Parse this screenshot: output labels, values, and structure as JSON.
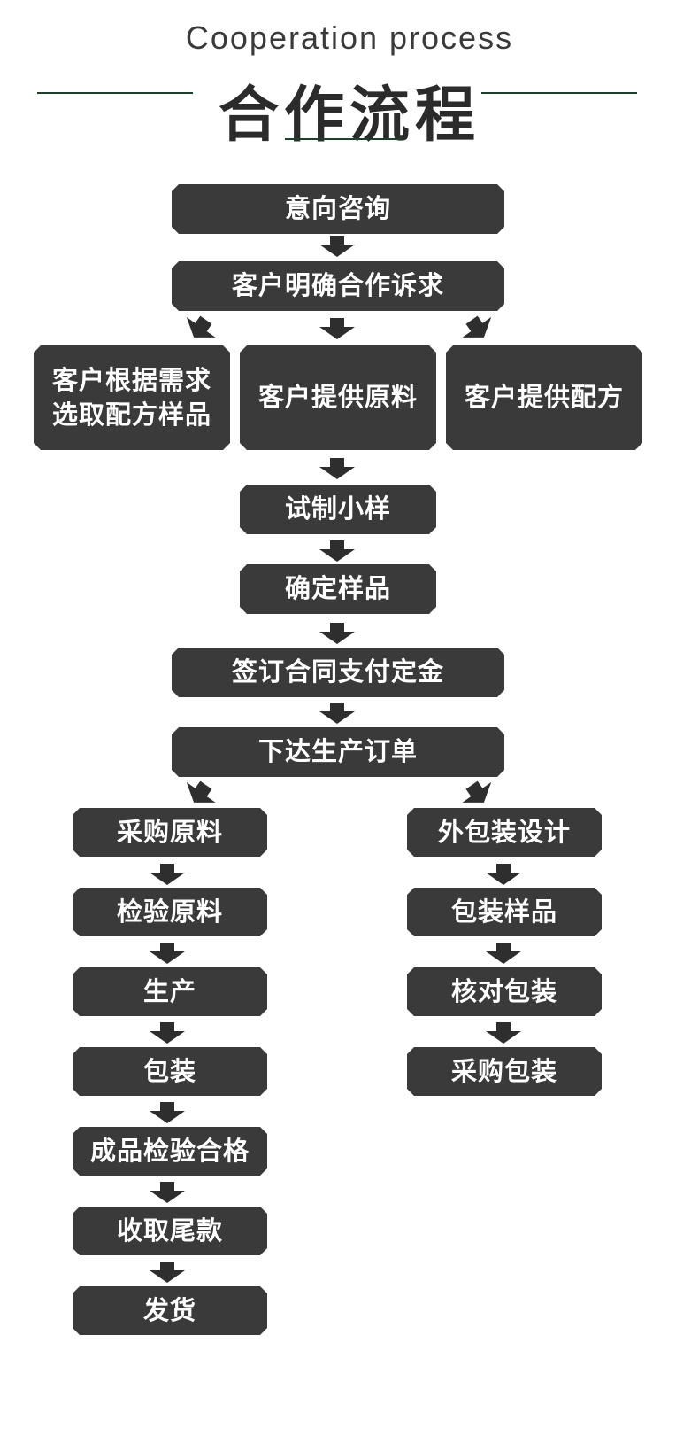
{
  "header": {
    "subtitle": "Cooperation process",
    "title": "合作流程"
  },
  "steps": {
    "consult": "意向咨询",
    "clarify": "客户明确合作诉求",
    "option_select": "客户根据需求\n选取配方样品",
    "option_material": "客户提供原料",
    "option_formula": "客户提供配方",
    "trial": "试制小样",
    "confirm": "确定样品",
    "contract": "签订合同支付定金",
    "order": "下达生产订单"
  },
  "production": [
    "采购原料",
    "检验原料",
    "生产",
    "包装",
    "成品检验合格",
    "收取尾款",
    "发货"
  ],
  "packaging": [
    "外包装设计",
    "包装样品",
    "核对包装",
    "采购包装"
  ],
  "colors": {
    "box": "#3a3a3a",
    "text": "#ffffff",
    "rule": "#1f3f2a"
  }
}
